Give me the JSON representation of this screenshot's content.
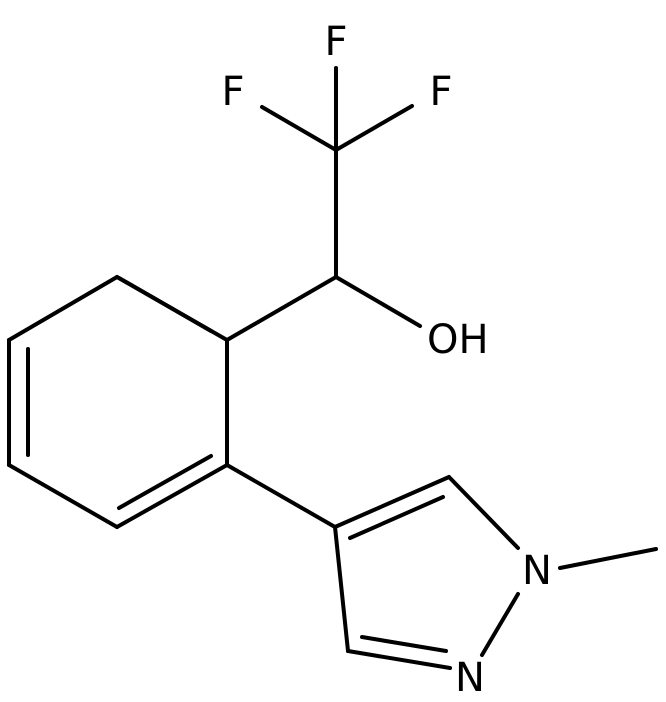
{
  "molecule": {
    "atoms": {
      "f_top": "F",
      "f_left": "F",
      "f_right": "F",
      "oh": "OH",
      "n_methyl": "N",
      "n_ring": "N"
    }
  },
  "colors": {
    "bond": "#000000",
    "label": "#000000",
    "background": "#ffffff"
  }
}
